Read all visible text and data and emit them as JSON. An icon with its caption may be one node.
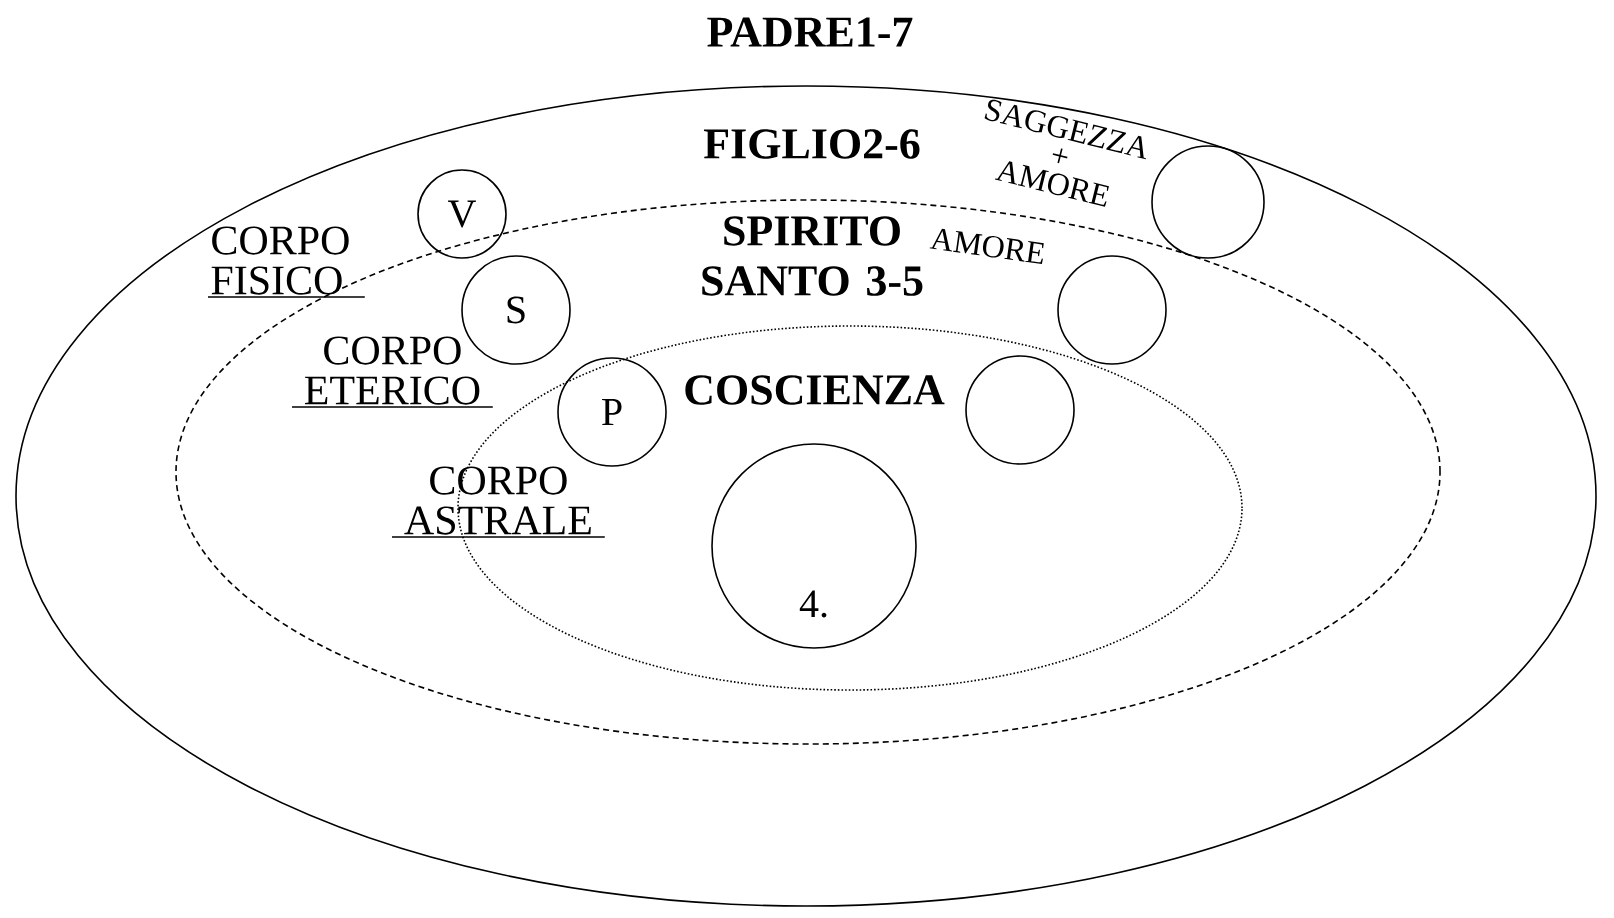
{
  "diagram": {
    "nodes": [
      {
        "text": [
          "PADRE1-7"
        ]
      },
      {
        "text": [
          "FIGLIO2-6"
        ],
        "in": 0
      },
      {
        "text": [
          "SPIRITO SANTO 3-5",
          "COSCIENZA"
        ],
        "in": 1
      },
      {
        "text": [
          "V"
        ],
        "in": 0
      },
      {
        "text": [
          "S"
        ],
        "in": 1
      },
      {
        "text": [
          "P"
        ],
        "in": 2
      },
      {
        "text": [
          "4."
        ],
        "in": 2
      },
      {
        "text": [],
        "shape": "circle",
        "in": 0
      },
      {
        "text": [],
        "shape": "circle",
        "in": 1
      },
      {
        "text": [],
        "shape": "circle",
        "in": 2
      }
    ],
    "labels": [
      "CORPO FISICO",
      "CORPO ETERICO",
      "CORPO ASTRALE",
      "SAGGEZZA + AMORE",
      "AMORE"
    ]
  }
}
